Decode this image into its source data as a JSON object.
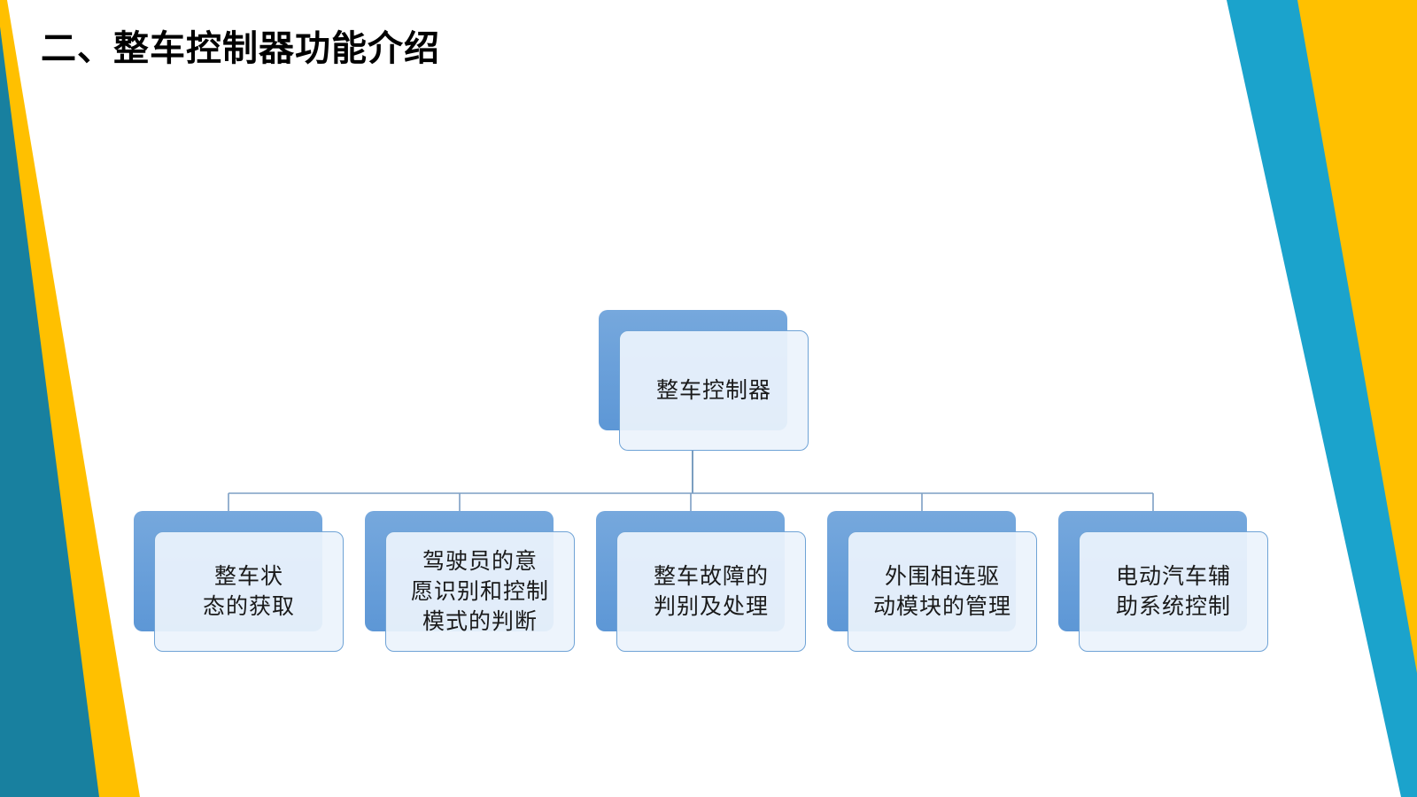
{
  "slide": {
    "title": "二、整车控制器功能介绍"
  },
  "colors": {
    "teal": "#18809f",
    "yellow": "#ffc000",
    "blue": "#1ba3cc",
    "node_blue": "#5d97d6",
    "node_front": "#ecf3fc",
    "connector": "#5a85b0"
  },
  "diagram": {
    "root": {
      "label": "整车控制器"
    },
    "children": [
      {
        "label": "整车状\n态的获取"
      },
      {
        "label": "驾驶员的意\n愿识别和控制\n模式的判断"
      },
      {
        "label": "整车故障的\n判别及处理"
      },
      {
        "label": "外围相连驱\n动模块的管理"
      },
      {
        "label": "电动汽车辅\n助系统控制"
      }
    ]
  }
}
